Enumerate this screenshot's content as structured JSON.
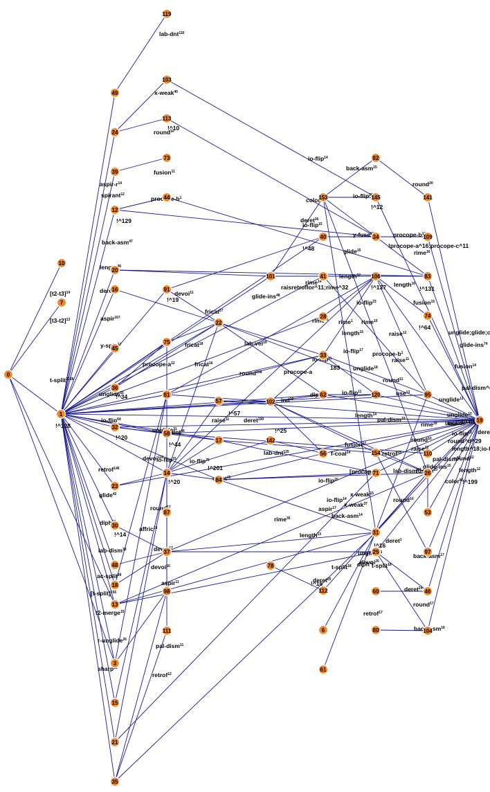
{
  "colors": {
    "node_fill": "#f0892a",
    "edge": "#1a1a8c",
    "text": "#000000"
  },
  "nodes": [
    "0",
    "1",
    "3",
    "6",
    "7",
    "10",
    "12",
    "13",
    "14",
    "15",
    "16",
    "17",
    "18",
    "19",
    "20",
    "21",
    "22",
    "23",
    "24",
    "25",
    "26",
    "28",
    "30",
    "31",
    "32",
    "33",
    "34",
    "35",
    "36",
    "37",
    "39",
    "40",
    "41",
    "44",
    "45",
    "46",
    "48",
    "49",
    "53",
    "56",
    "57",
    "58",
    "60",
    "61",
    "62",
    "71",
    "73",
    "74",
    "75",
    "78",
    "80",
    "81",
    "82",
    "83",
    "84",
    "87",
    "91",
    "95",
    "97",
    "98",
    "101",
    "102",
    "103",
    "104",
    "106",
    "109",
    "110",
    "111",
    "112",
    "113",
    "119",
    "120",
    "141",
    "142",
    "145",
    "153",
    "154"
  ],
  "edge_labels": [
    {
      "text": "lab-dnt",
      "sup": "116"
    },
    {
      "text": "x-weak",
      "sup": "40"
    },
    {
      "text": "round",
      "sup": "10"
    },
    {
      "text": "!^10",
      "sup": ""
    },
    {
      "text": "fusion",
      "sup": "11"
    },
    {
      "text": "procope-b",
      "sup": "1"
    },
    {
      "text": "aspir-r",
      "sup": "14"
    },
    {
      "text": "spirant",
      "sup": "12"
    },
    {
      "text": "!^129",
      "sup": ""
    },
    {
      "text": "back-asm",
      "sup": "47"
    },
    {
      "text": "length",
      "sup": "46"
    },
    {
      "text": "devoi",
      "sup": "11"
    },
    {
      "text": "!^19",
      "sup": ""
    },
    {
      "text": "deret",
      "sup": "58"
    },
    {
      "text": "aspir",
      "sup": "167"
    },
    {
      "text": "y-split",
      "sup": "17"
    },
    {
      "text": "[t2-t3]",
      "sup": "14"
    },
    {
      "text": "[t3-t2]",
      "sup": "13"
    },
    {
      "text": "t-split",
      "sup": "2228"
    },
    {
      "text": "!^128",
      "sup": ""
    },
    {
      "text": "unglide",
      "sup": "55"
    },
    {
      "text": "!^34",
      "sup": ""
    },
    {
      "text": "procope-a",
      "sup": "12"
    },
    {
      "text": "fricat",
      "sup": "27"
    },
    {
      "text": "fricat",
      "sup": "18"
    },
    {
      "text": "fricat",
      "sup": "16"
    },
    {
      "text": "io-flip",
      "sup": "64"
    },
    {
      "text": "unglide",
      "sup": "31"
    },
    {
      "text": "dnt",
      "sup": "46"
    },
    {
      "text": "!^20",
      "sup": ""
    },
    {
      "text": "!^44",
      "sup": ""
    },
    {
      "text": "devoi",
      "sup": "110"
    },
    {
      "text": "io-flip",
      "sup": "15"
    },
    {
      "text": "io-flip",
      "sup": "76"
    },
    {
      "text": "retrof",
      "sup": "146"
    },
    {
      "text": "glide",
      "sup": "42"
    },
    {
      "text": "diph",
      "sup": "80"
    },
    {
      "text": "!^14",
      "sup": ""
    },
    {
      "text": "affric",
      "sup": "16"
    },
    {
      "text": "!^20",
      "sup": ""
    },
    {
      "text": "round",
      "sup": "17"
    },
    {
      "text": "lab-dism",
      "sup": "38"
    },
    {
      "text": "devoi",
      "sup": "17"
    },
    {
      "text": "ac-split",
      "sup": "99"
    },
    {
      "text": "[t-split]",
      "sup": "155"
    },
    {
      "text": "devoi",
      "sup": "16"
    },
    {
      "text": "aspir",
      "sup": "11"
    },
    {
      "text": "t2-merge",
      "sup": "15"
    },
    {
      "text": "r-unglide",
      "sup": "26"
    },
    {
      "text": "sharp",
      "sup": "11"
    },
    {
      "text": "pal-dism",
      "sup": "11"
    },
    {
      "text": "retrof",
      "sup": "12"
    },
    {
      "text": "io-flip",
      "sup": "14"
    },
    {
      "text": "back-asm",
      "sup": "15"
    },
    {
      "text": "round",
      "sup": "20"
    },
    {
      "text": "color",
      "sup": ""
    },
    {
      "text": "io-flip",
      "sup": "20"
    },
    {
      "text": "!^12",
      "sup": ""
    },
    {
      "text": "deret",
      "sup": "36"
    },
    {
      "text": "io-flip",
      "sup": "15"
    },
    {
      "text": "y-fuse",
      "sup": "15"
    },
    {
      "text": "procope-b",
      "sup": "13"
    },
    {
      "text": "pe-",
      "sup": ""
    },
    {
      "text": "!^48",
      "sup": ""
    },
    {
      "text": "glide",
      "sup": "15"
    },
    {
      "text": "!procope-a^16;procope-c^11",
      "sup": ""
    },
    {
      "text": "rime",
      "sup": "16"
    },
    {
      "text": "raisretroflor^11;rime^32",
      "sup": ""
    },
    {
      "text": "length",
      "sup": "52"
    },
    {
      "text": "rime",
      "sup": "14"
    },
    {
      "text": "length",
      "sup": "16"
    },
    {
      "text": "!^137",
      "sup": ""
    },
    {
      "text": "!^131",
      "sup": ""
    },
    {
      "text": "glide-ins",
      "sup": "48"
    },
    {
      "text": "rime",
      "sup": "26"
    },
    {
      "text": "io-flip",
      "sup": "23"
    },
    {
      "text": "rime",
      "sup": "1"
    },
    {
      "text": "rime",
      "sup": "10"
    },
    {
      "text": "fusion",
      "sup": "15"
    },
    {
      "text": "!^64",
      "sup": ""
    },
    {
      "text": "lab-vel",
      "sup": "19"
    },
    {
      "text": "length",
      "sup": "15"
    },
    {
      "text": "raise",
      "sup": "12"
    },
    {
      "text": "io-flip",
      "sup": "17"
    },
    {
      "text": "procope-b",
      "sup": "1"
    },
    {
      "text": "io-flip",
      "sup": "11"
    },
    {
      "text": "183",
      "sup": ""
    },
    {
      "text": "raise",
      "sup": "11"
    },
    {
      "text": "unglide;glide;color",
      "sup": "17"
    },
    {
      "text": "glide-ins",
      "sup": "74"
    },
    {
      "text": "round",
      "sup": "108"
    },
    {
      "text": "procope-a",
      "sup": ""
    },
    {
      "text": "unglide",
      "sup": "18"
    },
    {
      "text": "fusion",
      "sup": "14"
    },
    {
      "text": "pal-dism^split",
      "sup": "18"
    },
    {
      "text": "round",
      "sup": "11"
    },
    {
      "text": "diph",
      "sup": "10"
    },
    {
      "text": "io-flip",
      "sup": "11"
    },
    {
      "text": "use",
      "sup": "13"
    },
    {
      "text": "unglide",
      "sup": "11"
    },
    {
      "text": "unglide",
      "sup": "10"
    },
    {
      "text": "use",
      "sup": "11"
    },
    {
      "text": "!^57",
      "sup": ""
    },
    {
      "text": "raise",
      "sup": "11"
    },
    {
      "text": "deret",
      "sup": "100"
    },
    {
      "text": "ind",
      "sup": "12"
    },
    {
      "text": "!^25",
      "sup": ""
    },
    {
      "text": "length",
      "sup": "14"
    },
    {
      "text": "pal-dism",
      "sup": "10"
    },
    {
      "text": "rime",
      "sup": "39"
    },
    {
      "text": "unglide",
      "sup": "11"
    },
    {
      "text": "io-flip",
      "sup": "11"
    },
    {
      "text": "deret",
      "sup": "12"
    },
    {
      "text": "!^201",
      "sup": ""
    },
    {
      "text": "lab-dnt",
      "sup": "125"
    },
    {
      "text": "deret",
      "sup": "45"
    },
    {
      "text": "retrof",
      "sup": "15"
    },
    {
      "text": "round",
      "sup": "10"
    },
    {
      "text": "raise",
      "sup": "12"
    },
    {
      "text": "length^18;io-flip",
      "sup": "13"
    },
    {
      "text": "round^d^29",
      "sup": ""
    },
    {
      "text": "io-flip",
      "sup": "13"
    },
    {
      "text": "fusion",
      "sup": "17"
    },
    {
      "text": "[procope-j]",
      "sup": ""
    },
    {
      "text": "f-coal",
      "sup": "24"
    },
    {
      "text": "pal-dism",
      "sup": "12"
    },
    {
      "text": "glide-ins",
      "sup": "15"
    },
    {
      "text": "round",
      "sup": "12"
    },
    {
      "text": "io-flip",
      "sup": "20"
    },
    {
      "text": "lab-dism",
      "sup": "17"
    },
    {
      "text": "fusion",
      "sup": "10"
    },
    {
      "text": "length",
      "sup": "12"
    },
    {
      "text": "color",
      "sup": "97"
    },
    {
      "text": "!^199",
      "sup": ""
    },
    {
      "text": "rime",
      "sup": "35"
    },
    {
      "text": "io-flip",
      "sup": "14"
    },
    {
      "text": "x-weak",
      "sup": "15"
    },
    {
      "text": "aspir",
      "sup": "17"
    },
    {
      "text": "x-weak",
      "sup": "37"
    },
    {
      "text": "round",
      "sup": "10"
    },
    {
      "text": "back-asm",
      "sup": "14"
    },
    {
      "text": "length",
      "sup": "13"
    },
    {
      "text": "deret",
      "sup": "1"
    },
    {
      "text": "!^16",
      "sup": ""
    },
    {
      "text": "unglide",
      "sup": "11"
    },
    {
      "text": "back-asm",
      "sup": "17"
    },
    {
      "text": "diph",
      "sup": "42"
    },
    {
      "text": "t-split",
      "sup": "18"
    },
    {
      "text": "devoi",
      "sup": "25"
    },
    {
      "text": "t-split",
      "sup": "18"
    },
    {
      "text": "deret",
      "sup": "25"
    },
    {
      "text": "!^16",
      "sup": ""
    },
    {
      "text": "deret",
      "sup": "24"
    },
    {
      "text": "retrof",
      "sup": "17"
    },
    {
      "text": "round",
      "sup": "17"
    },
    {
      "text": "back-asm",
      "sup": "16"
    },
    {
      "text": "io-flip",
      "sup": "13"
    },
    {
      "text": "io-flip",
      "sup": "12"
    }
  ]
}
